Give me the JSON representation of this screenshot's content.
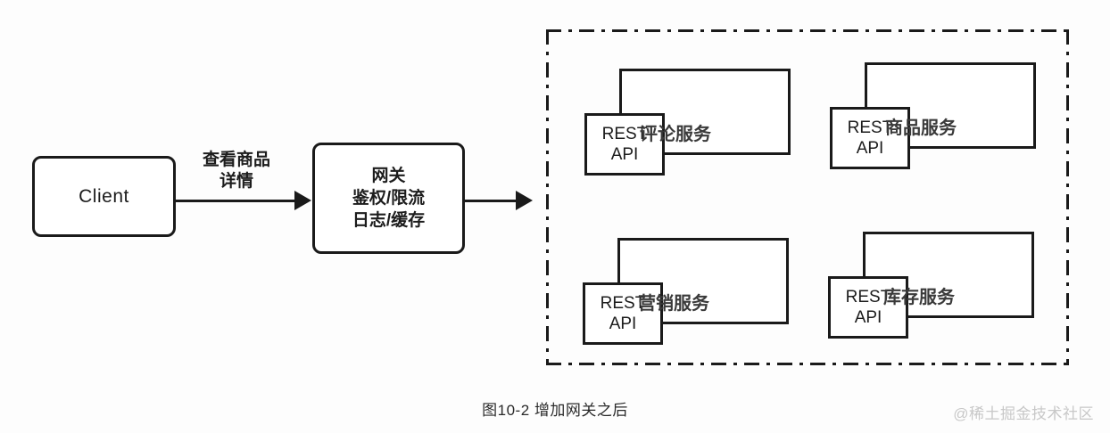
{
  "diagram": {
    "caption": "图10-2 增加网关之后",
    "watermark": "@稀土掘金技术社区",
    "client": {
      "label": "Client"
    },
    "gateway": {
      "line1": "网关",
      "line2": "鉴权/限流",
      "line3": "日志/缓存"
    },
    "edges": [
      {
        "label_line1": "查看商品",
        "label_line2": "详情",
        "from": "Client",
        "to": "网关"
      },
      {
        "label_line1": "",
        "label_line2": "",
        "from": "网关",
        "to": "服务集群"
      }
    ],
    "services": [
      {
        "name": "评论服务",
        "api_line1": "REST",
        "api_line2": "API"
      },
      {
        "name": "商品服务",
        "api_line1": "REST",
        "api_line2": "API"
      },
      {
        "name": "营销服务",
        "api_line1": "REST",
        "api_line2": "API"
      },
      {
        "name": "库存服务",
        "api_line1": "REST",
        "api_line2": "API"
      }
    ],
    "colors": {
      "stroke": "#1a1a1a",
      "background": "#ffffff",
      "label_text": "#3a3a3a",
      "watermark": "#c8c8c8"
    }
  }
}
